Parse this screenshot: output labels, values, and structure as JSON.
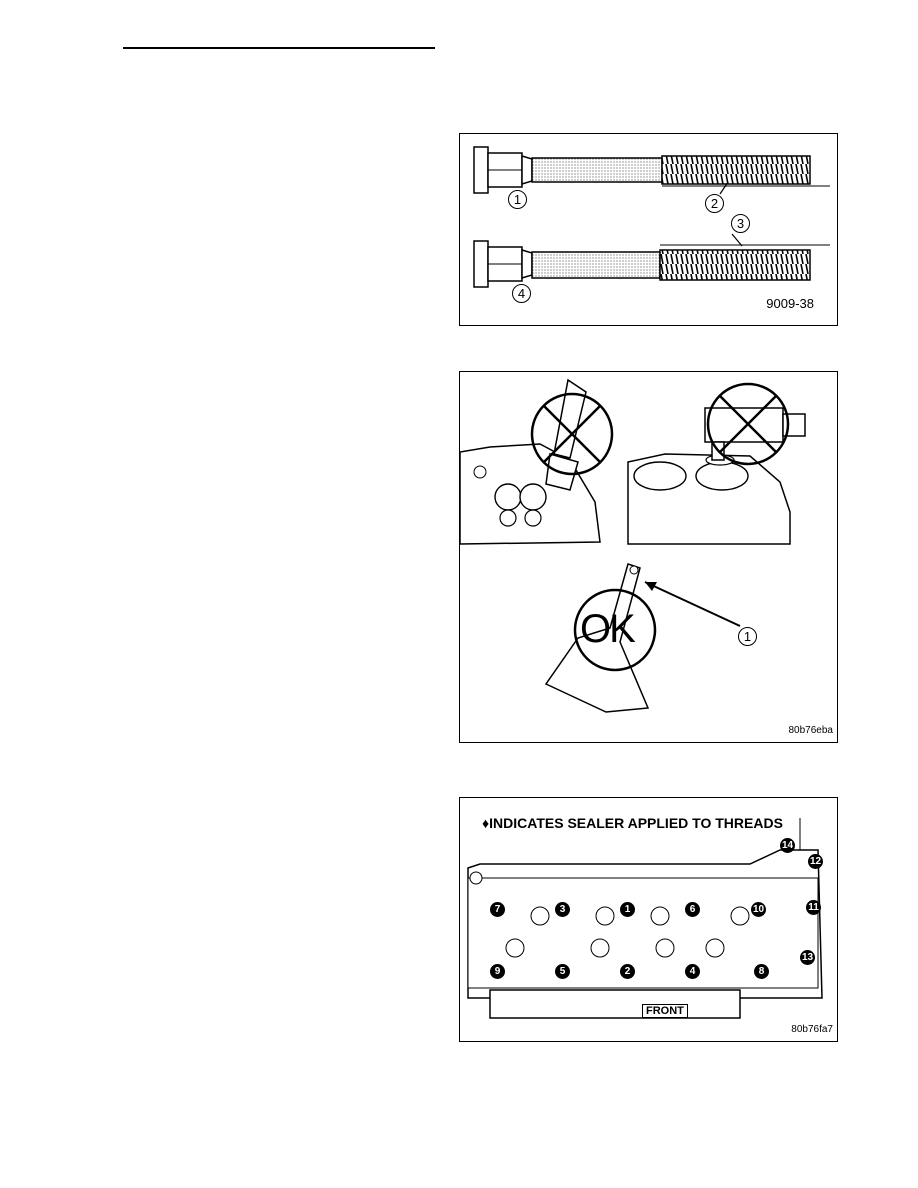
{
  "figures": {
    "head_bolts": {
      "id": "9009-38",
      "callouts": [
        "1",
        "2",
        "3",
        "4"
      ]
    },
    "gasket_scraper": {
      "id": "80b76eba",
      "ok_label": "OK",
      "callout": "1"
    },
    "tightening_sequence": {
      "id": "80b76fa7",
      "note": "♦INDICATES SEALER APPLIED TO THREADS",
      "front_label": "FRONT",
      "bolts": [
        "7",
        "3",
        "1",
        "6",
        "10",
        "9",
        "5",
        "2",
        "4",
        "8",
        "14",
        "12",
        "11",
        "13"
      ]
    }
  }
}
